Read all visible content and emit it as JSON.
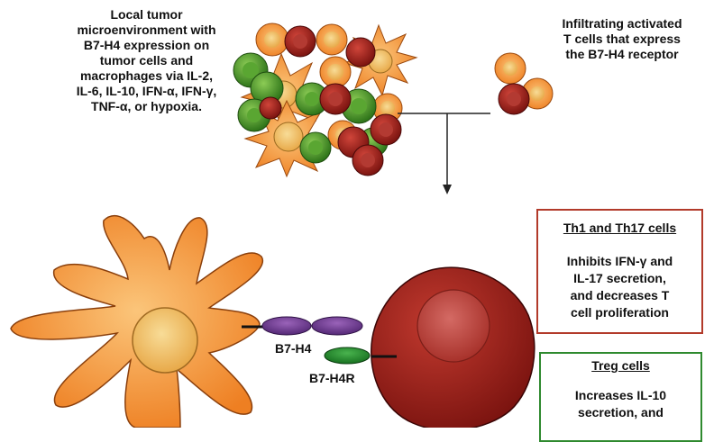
{
  "texts": {
    "microenvironment": "Local tumor\nmicroenvironment with\nB7-H4 expression on\ntumor cells and\nmacrophages via IL-2,\nIL-6, IL-10, IFN-α, IFN-γ,\nTNF-α, or hypoxia.",
    "infiltrating": "Infiltrating activated\nT cells that express\nthe B7-H4 receptor",
    "b7h4": "B7-H4",
    "b7h4r": "B7-H4R"
  },
  "boxes": {
    "th": {
      "title": "Th1 and Th17 cells",
      "body": "Inhibits IFN-γ and\nIL-17 secretion,\nand decreases T\ncell proliferation",
      "border_color": "#b23a2a"
    },
    "treg": {
      "title": "Treg cells",
      "body": "Increases IL-10\nsecretion, and",
      "border_color": "#2f8a2f"
    }
  },
  "colors": {
    "macrophage_orange": "#f2922e",
    "macrophage_core": "#f3c872",
    "tumor_red": "#a5231c",
    "tumor_green": "#4f9e2c",
    "b7h4_purple": "#6c3a8f",
    "b7h4r_green": "#1f8a2a"
  }
}
